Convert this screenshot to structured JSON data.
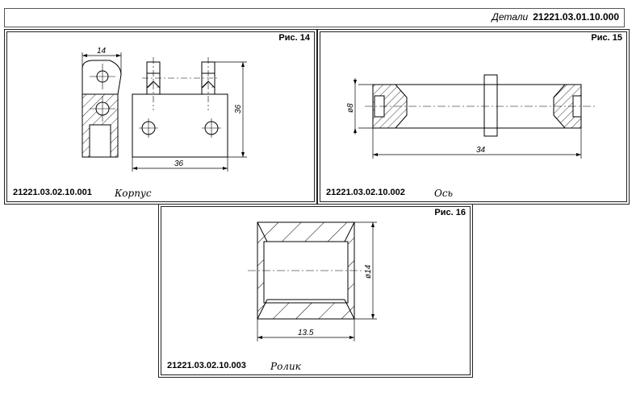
{
  "header": {
    "label": "Детали",
    "code": "21221.03.01.10.000"
  },
  "parts": [
    {
      "figure": "Рис. 14",
      "code": "21221.03.02.10.001",
      "name": "Корпус",
      "dims": {
        "width_top": "14",
        "height": "36",
        "width_bottom": "36"
      }
    },
    {
      "figure": "Рис. 15",
      "code": "21221.03.02.10.002",
      "name": "Ось",
      "dims": {
        "diameter": "ø8",
        "length": "34"
      }
    },
    {
      "figure": "Рис. 16",
      "code": "21221.03.02.10.003",
      "name": "Ролик",
      "dims": {
        "diameter": "ø14",
        "length": "13.5"
      }
    }
  ]
}
